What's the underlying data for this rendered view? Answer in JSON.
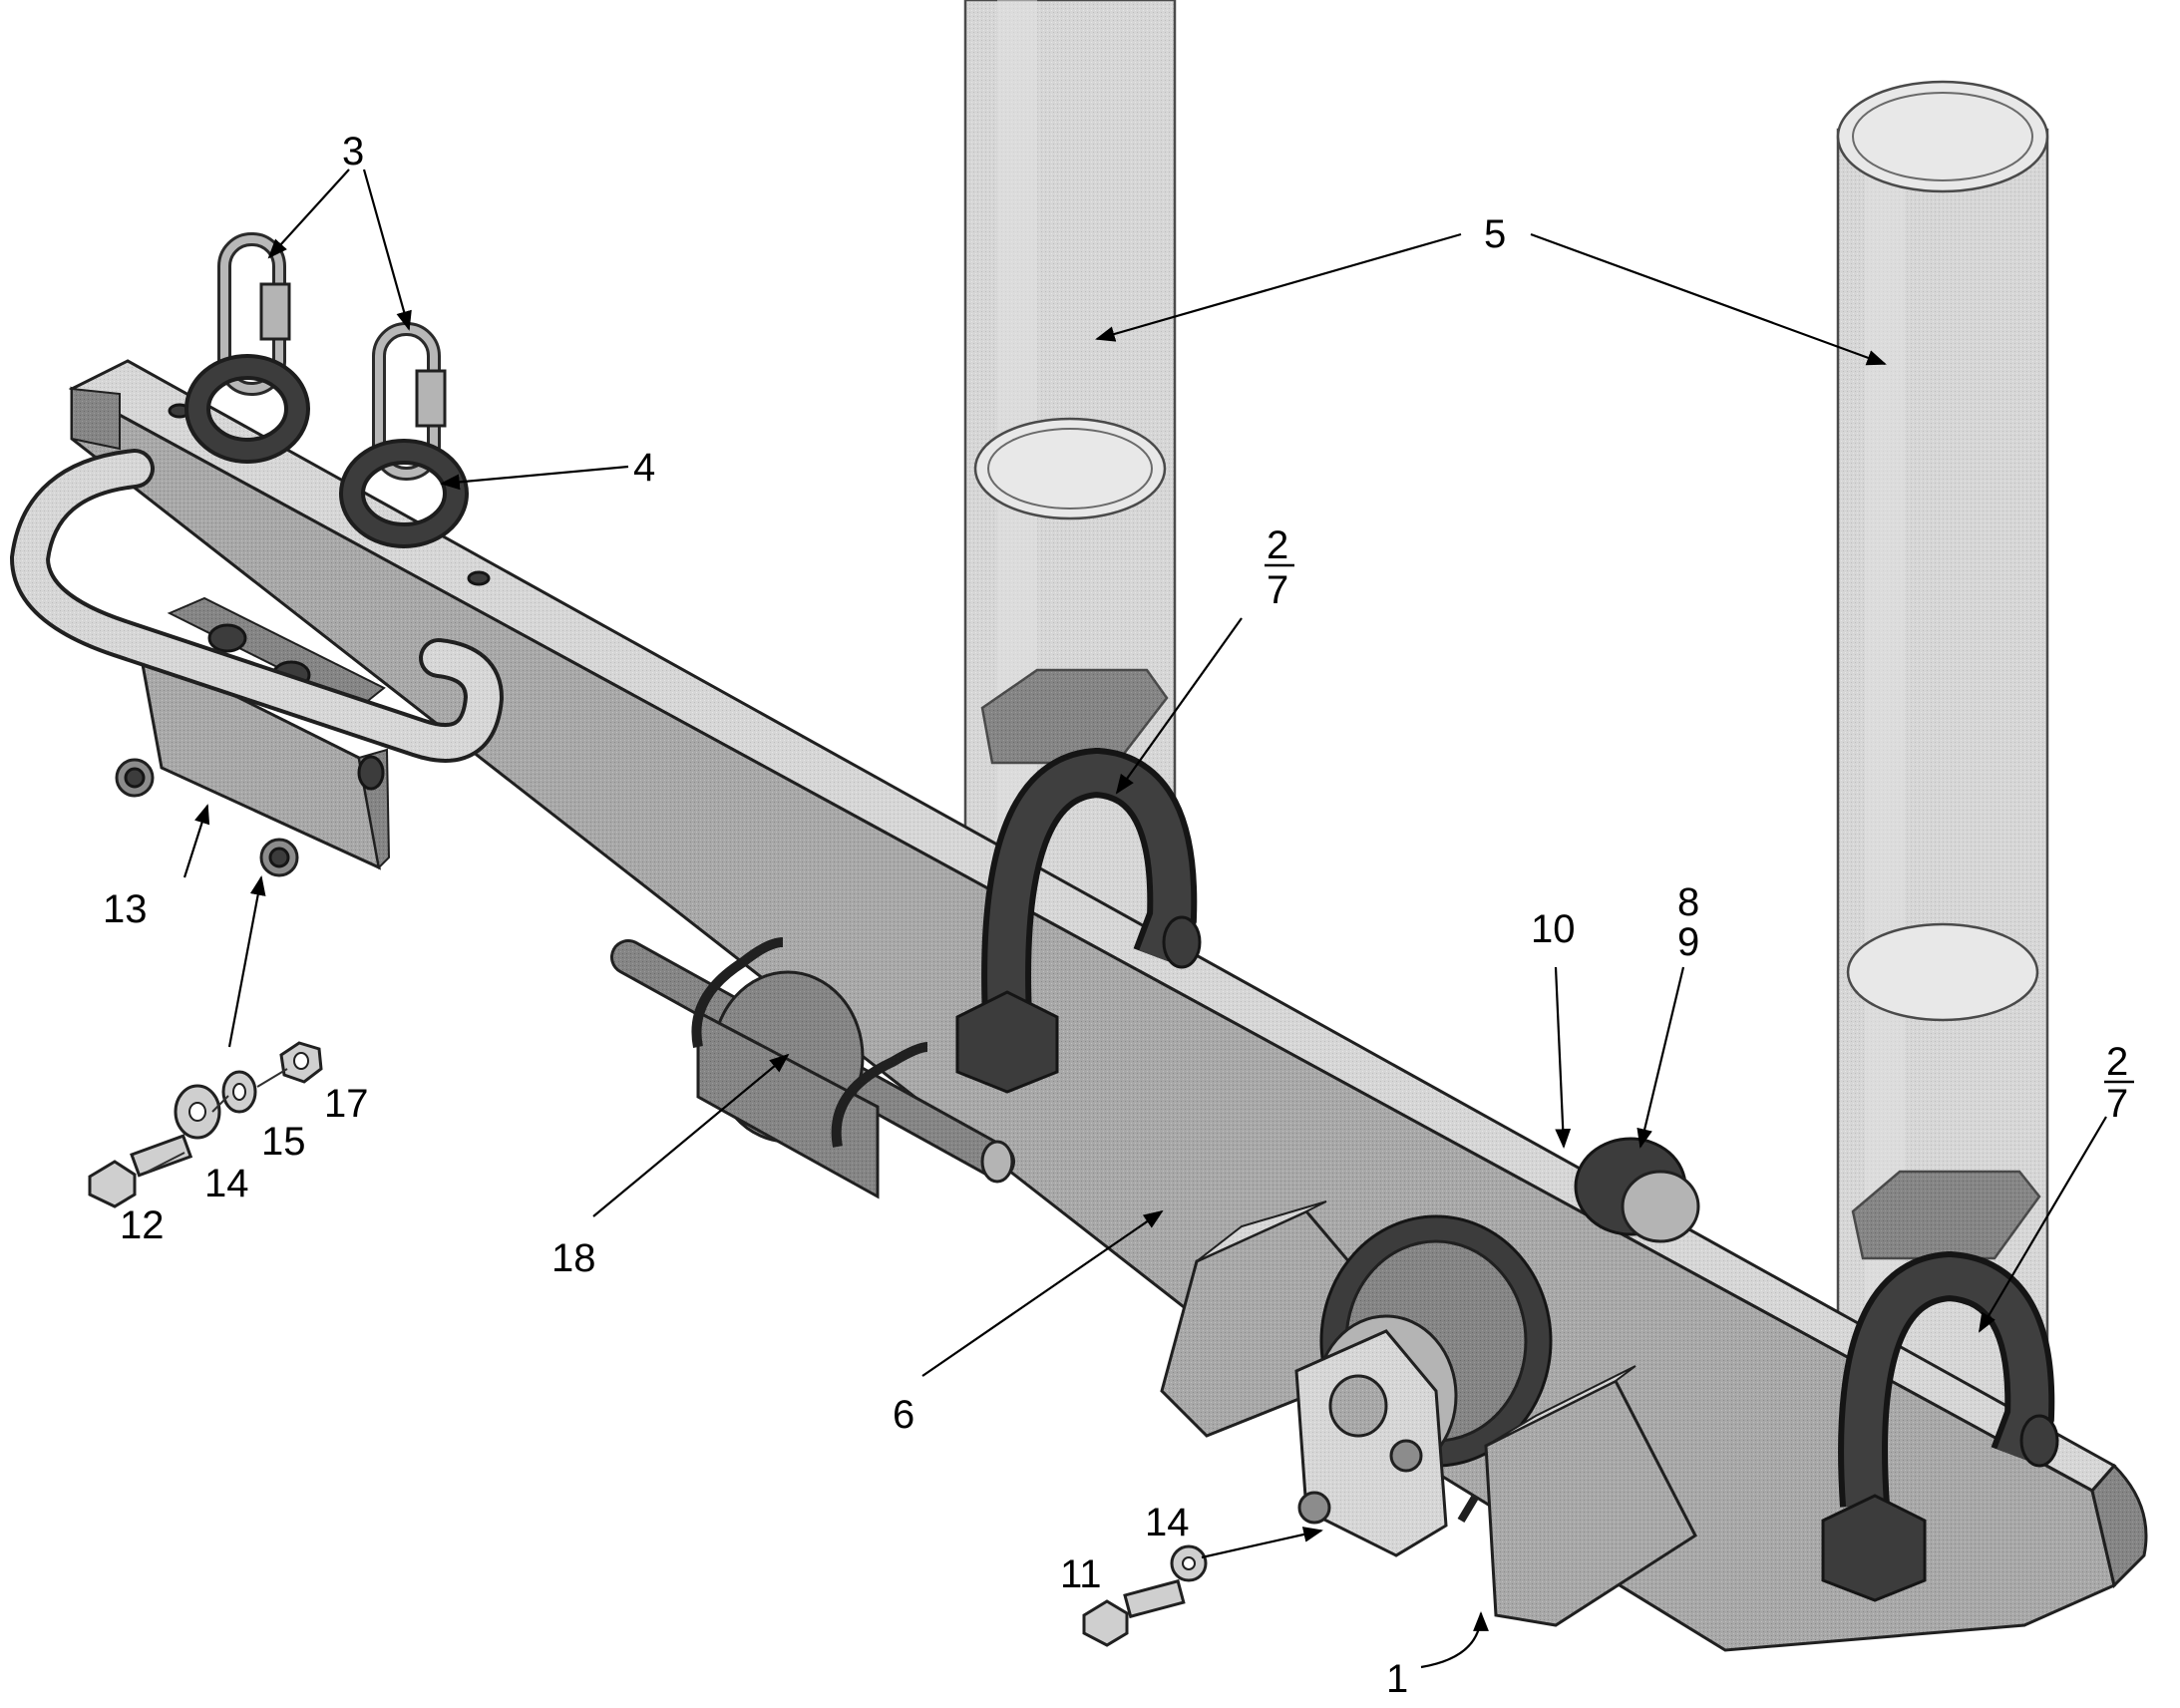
{
  "callouts": {
    "c1": "1",
    "c2a": "2",
    "c7a": "7",
    "c2b": "2",
    "c7b": "7",
    "c3": "3",
    "c4": "4",
    "c5": "5",
    "c6": "6",
    "c8": "8",
    "c9": "9",
    "c10": "10",
    "c11": "11",
    "c12": "12",
    "c13": "13",
    "c14a": "14",
    "c14b": "14",
    "c15": "15",
    "c17": "17",
    "c18": "18"
  },
  "colors": {
    "background": "#ffffff",
    "line": "#000000",
    "steel": "#9a9a9a",
    "shackle": "#3c3c3c"
  }
}
